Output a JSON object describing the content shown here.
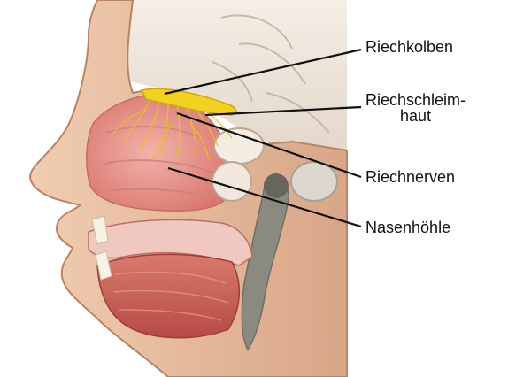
{
  "labels": {
    "olfactory_bulb": "Riechkolben",
    "olfactory_mucosa_line1": "Riechschleim-",
    "olfactory_mucosa_line2": "haut",
    "olfactory_nerves": "Riechnerven",
    "nasal_cavity": "Nasenhöhle"
  },
  "colors": {
    "background": "#ffffff",
    "skin": "#e8c3a6",
    "muscle": "#c9605a",
    "cavity": "#e59a96",
    "nerve": "#f2d21f",
    "brain": "#ece4da",
    "bone": "#f0e6cf",
    "leader_line": "#111111"
  }
}
